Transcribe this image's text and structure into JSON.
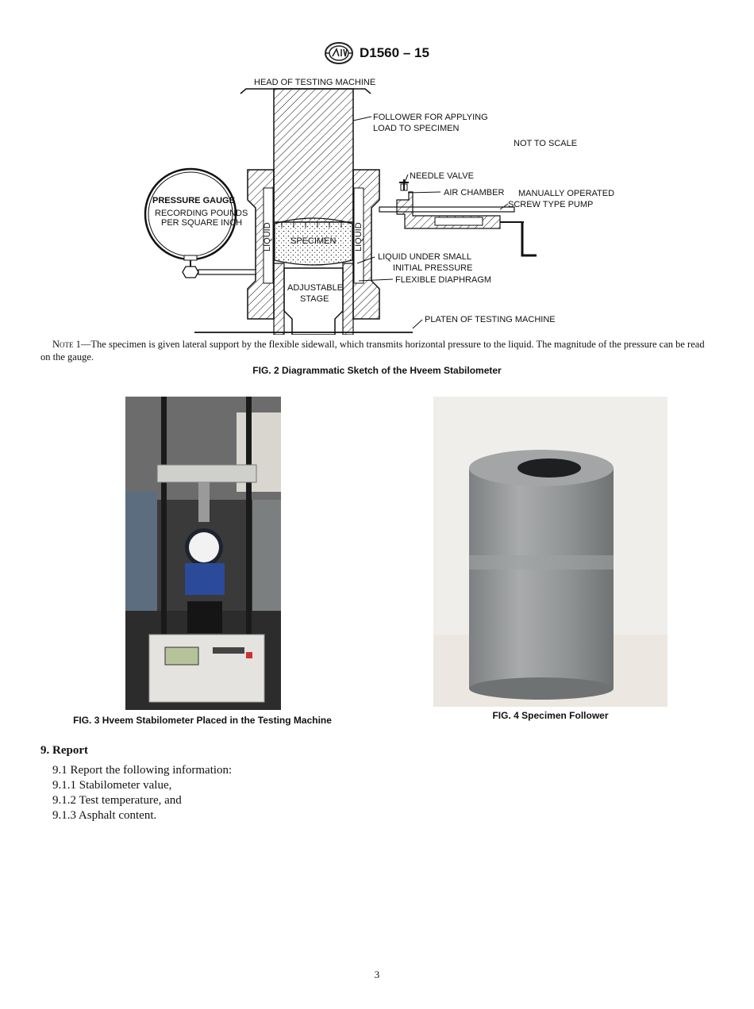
{
  "header": {
    "logo_name": "astm-logo-icon",
    "designation": "D1560 – 15"
  },
  "figure2": {
    "labels": {
      "head": "HEAD OF TESTING MACHINE",
      "follower_1": "FOLLOWER FOR APPLYING",
      "follower_2": "LOAD TO SPECIMEN",
      "not_to_scale": "NOT TO SCALE",
      "needle_valve": "NEEDLE VALVE",
      "air_chamber": "AIR CHAMBER",
      "pump_1": "MANUALLY OPERATED",
      "pump_2": "SCREW TYPE PUMP",
      "gauge_1": "PRESSURE GAUGE",
      "gauge_2": "RECORDING POUNDS",
      "gauge_3": "PER SQUARE INCH",
      "specimen": "SPECIMEN",
      "liquid": "LIQUID",
      "liquid_pressure_1": "LIQUID UNDER SMALL",
      "liquid_pressure_2": "INITIAL PRESSURE",
      "diaphragm": "FLEXIBLE DIAPHRAGM",
      "stage_1": "ADJUSTABLE",
      "stage_2": "STAGE",
      "platen": "PLATEN OF TESTING MACHINE"
    },
    "note_label": "Note 1",
    "note_text": "—The specimen is given lateral support by the flexible sidewall, which transmits horizontal pressure to the liquid. The magnitude of the pressure can be read on the gauge.",
    "caption": "FIG. 2 Diagrammatic Sketch of the Hveem Stabilometer"
  },
  "figure3": {
    "caption": "FIG. 3 Hveem Stabilometer Placed in the Testing Machine"
  },
  "figure4": {
    "caption": "FIG. 4 Specimen Follower"
  },
  "section": {
    "heading": "9.  Report",
    "paragraphs": [
      "9.1  Report the following information:",
      "9.1.1  Stabilometer value,",
      "9.1.2  Test temperature, and",
      "9.1.3  Asphalt content."
    ]
  },
  "page_number": "3"
}
